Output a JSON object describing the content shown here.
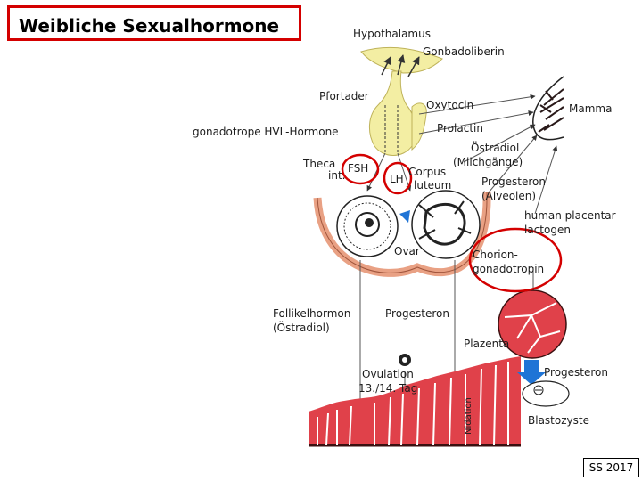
{
  "title": "Weibliche Sexualhormone",
  "footer": "SS 2017",
  "labels": {
    "hypothalamus": "Hypothalamus",
    "gonadoliberin": "Gonbadoliberin",
    "pfortader": "Pfortader",
    "hvl": "gonadotrope HVL-Hormone",
    "oxytocin": "Oxytocin",
    "mamma": "Mamma",
    "prolactin": "Prolactin",
    "oestradiol_milch_1": "Östradiol",
    "oestradiol_milch_2": "(Milchgänge)",
    "theca_1": "Theca",
    "theca_2": "int.",
    "fsh": "FSH",
    "lh": "LH",
    "corpus_1": "Corpus",
    "corpus_2": "luteum",
    "progesteron_alv_1": "Progesteron",
    "progesteron_alv_2": "(Alveolen)",
    "hpl_1": "human placentar",
    "hpl_2": "lactogen",
    "ovar": "Ovar",
    "chorion_1": "Chorion-",
    "chorion_2": "gonadotropin",
    "follikel_1": "Follikelhormon",
    "follikel_2": "(Östradiol)",
    "progesteron_mid": "Progesteron",
    "plazenta": "Plazenta",
    "ovulation_1": "Ovulation",
    "ovulation_2": "13./14. Tag",
    "nidation": "Nidation",
    "progesteron_right": "Progesteron",
    "blastozyste": "Blastozyste"
  },
  "colors": {
    "highlight_red": "#d40000",
    "gland_yellow": "#f3eea3",
    "tissue_red": "#e0414a",
    "ovar_skin": "#e9a184",
    "hormone_blue": "#1f74d6",
    "membrane_dark": "#3a1010"
  }
}
